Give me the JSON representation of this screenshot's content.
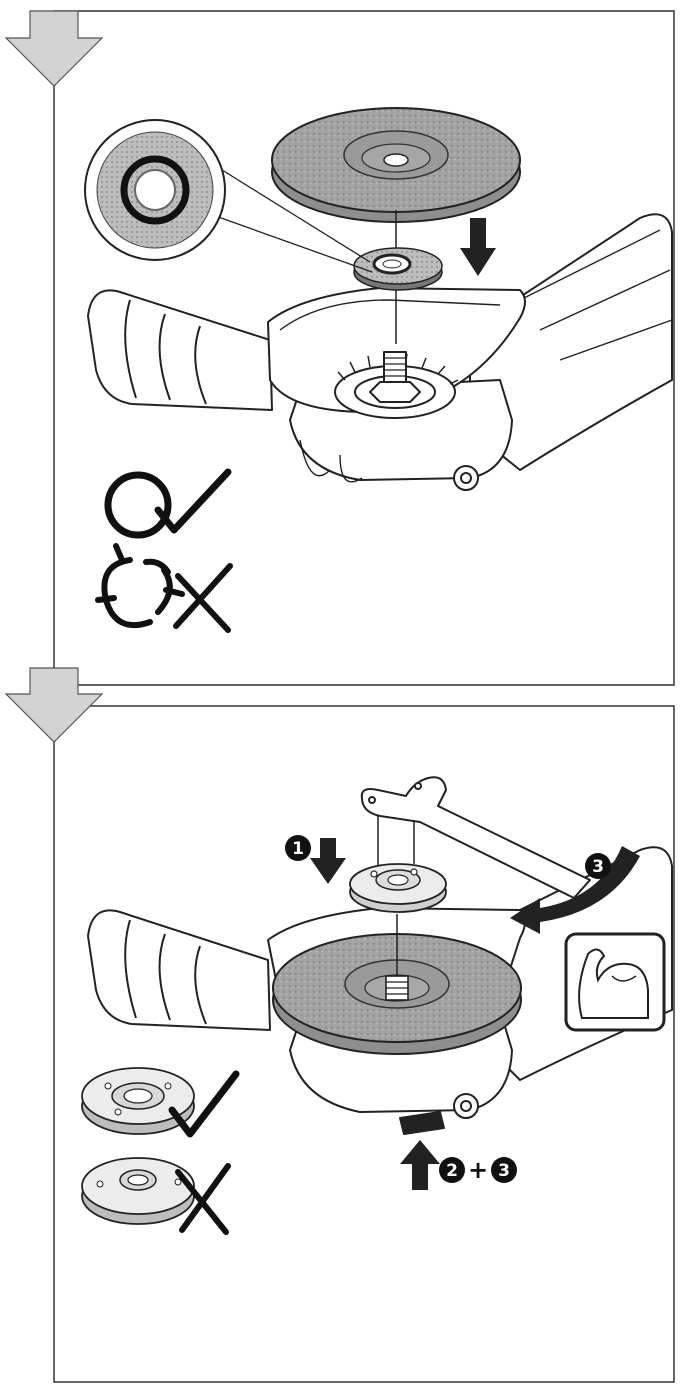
{
  "steps": [
    {
      "marker": "",
      "callouts": []
    },
    {
      "marker": "",
      "callouts": [
        {
          "id": "step1",
          "label": "1"
        },
        {
          "id": "step3",
          "label": "3"
        },
        {
          "id": "step2",
          "label": "2"
        },
        {
          "id": "plus",
          "label": "+"
        },
        {
          "id": "step3b",
          "label": "3"
        }
      ]
    }
  ],
  "icons": [
    "step-arrow-icon",
    "grinding-disc-icon",
    "rubber-washer-icon",
    "flange-nut-icon",
    "spanner-icon",
    "angle-grinder-icon",
    "check-icon",
    "cross-icon",
    "strength-icon",
    "rotate-arrow-icon",
    "push-arrow-icon"
  ],
  "colors": {
    "line": "#222222",
    "arrow_gray": "#cfcfcf",
    "disc_gray": "#9a9a9a",
    "frame": "#333333"
  }
}
